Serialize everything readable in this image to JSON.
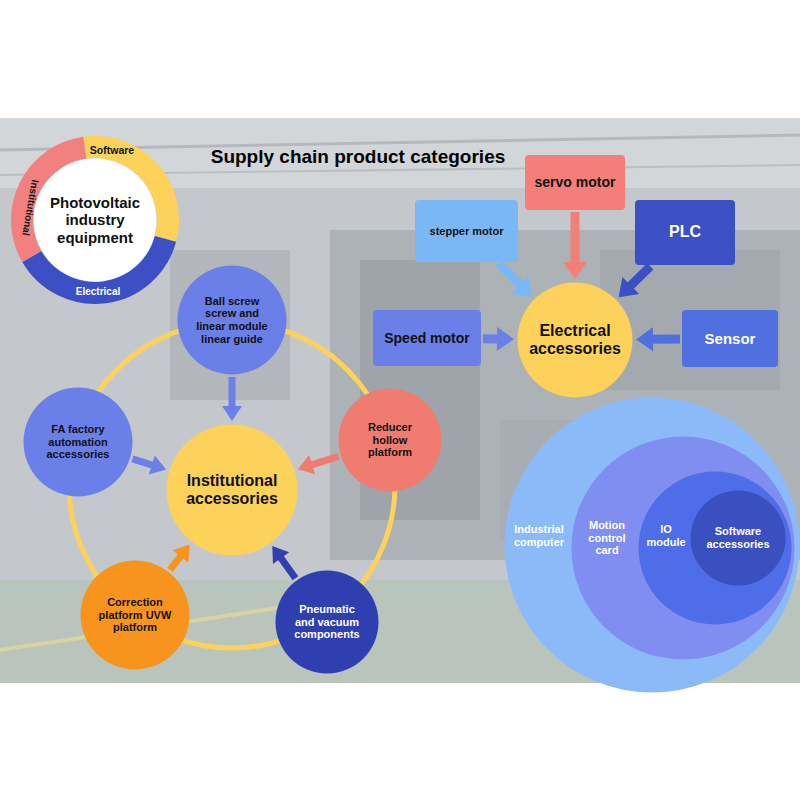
{
  "diagram": {
    "title": "Supply chain product categories",
    "nodes": [
      {
        "text": [
          "Photovoltaic industry equipment"
        ]
      },
      {
        "text": [
          "servo motor"
        ]
      },
      {
        "text": [
          "stepper motor"
        ]
      },
      {
        "text": [
          "PLC"
        ]
      },
      {
        "text": [
          "Speed motor"
        ]
      },
      {
        "text": [
          "Electrical accessories"
        ]
      },
      {
        "text": [
          "Sensor"
        ]
      },
      {
        "text": [
          "Ball screw screw and linear module linear guide"
        ]
      },
      {
        "text": [
          "FA factory automation accessories"
        ]
      },
      {
        "text": [
          "Institutional accessories"
        ]
      },
      {
        "text": [
          "Reducer hollow platform"
        ]
      },
      {
        "text": [
          "Correction platform UVW platform"
        ]
      },
      {
        "text": [
          "Pneumatic and vacuum components"
        ]
      },
      {
        "text": [
          "Industrial computer"
        ]
      },
      {
        "text": [
          "Motion control card"
        ],
        "in": 13
      },
      {
        "text": [
          "IO module"
        ],
        "in": 14
      },
      {
        "text": [
          "Software accessories"
        ],
        "in": 15
      }
    ],
    "edges": [
      {
        "from": 1,
        "to": 5,
        "arrow": "to"
      },
      {
        "from": 2,
        "to": 5,
        "arrow": "to"
      },
      {
        "from": 3,
        "to": 5,
        "arrow": "to"
      },
      {
        "from": 4,
        "to": 5,
        "arrow": "to"
      },
      {
        "from": 6,
        "to": 5,
        "arrow": "to"
      },
      {
        "from": 7,
        "to": 9,
        "arrow": "to"
      },
      {
        "from": 8,
        "to": 9,
        "arrow": "to"
      },
      {
        "from": 10,
        "to": 9,
        "arrow": "to"
      },
      {
        "from": 11,
        "to": 9,
        "arrow": "to"
      },
      {
        "from": 12,
        "to": 9,
        "arrow": "to"
      }
    ],
    "labels": [
      "Software",
      "Institutional",
      "Electrical"
    ]
  }
}
